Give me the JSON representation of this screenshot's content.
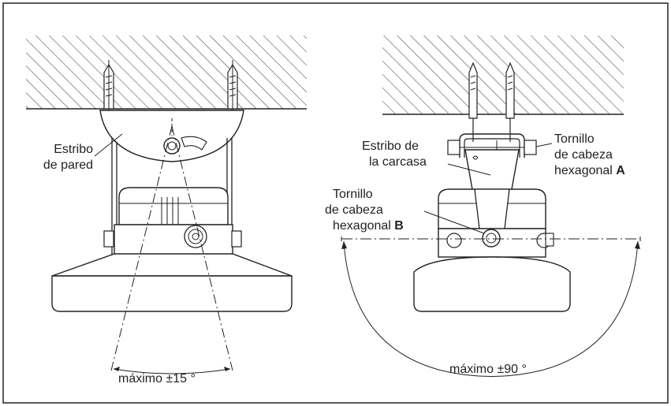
{
  "left_figure": {
    "label_bracket_line1": "Estribo",
    "label_bracket_line2": "de pared",
    "angle_label": "máximo ±15 °"
  },
  "right_figure": {
    "label_bracket_line1": "Estribo de",
    "label_bracket_line2": "la carcasa",
    "label_screw_a_line1": "Tornillo",
    "label_screw_a_line2": "de cabeza",
    "label_screw_a_line3": "hexagonal",
    "label_screw_a_letter": "A",
    "label_screw_b_line1": "Tornillo",
    "label_screw_b_line2": "de cabeza",
    "label_screw_b_line3": "hexagonal",
    "label_screw_b_letter": "B",
    "angle_label": "máximo ±90 °"
  },
  "colors": {
    "line": "#222222",
    "fill_light": "#f4f4f4",
    "fill_dark": "#d8d8d8"
  }
}
